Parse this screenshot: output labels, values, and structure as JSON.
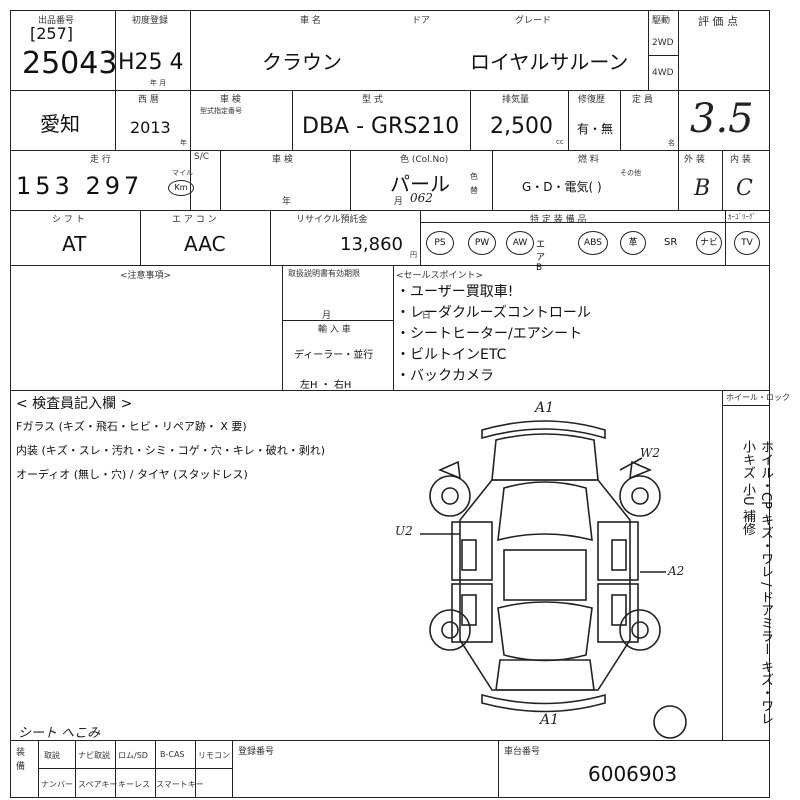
{
  "header": {
    "lot_label": "出品番号",
    "lot_sub": "[257]",
    "lot_number": "25043",
    "reg_label": "初度登録",
    "reg_value": "H25 4",
    "reg_month_unit": "年 月",
    "name_label": "車 名",
    "name_value": "クラウン",
    "door_label": "ドア",
    "grade_label": "グレード",
    "grade_value": "ロイヤルサルーン",
    "drive_label": "駆動",
    "drive_2wd": "2WD",
    "drive_4wd": "4WD",
    "score_label": "評 価 点",
    "score_value": "3.5"
  },
  "row2": {
    "pref": "愛知",
    "year_label": "西 暦",
    "year_value": "2013",
    "year_unit": "年",
    "inspect_label": "車 検",
    "inspect_sub": "型式指定番号",
    "model_label": "型 式",
    "model_value": "DBA - GRS210",
    "cc_label": "排気量",
    "cc_value": "2,500",
    "cc_unit": "cc",
    "repair_label": "修復歴",
    "repair_value": "有・無",
    "capacity_label": "定 員",
    "capacity_unit": "名"
  },
  "row3": {
    "mileage_label": "走 行",
    "mileage_value": "153 297",
    "mileage_unit_mile": "マイル",
    "mileage_unit_km": "Km",
    "s_label": "S/C",
    "shaken_label": "車 検",
    "shaken_units": "年 月",
    "color_label": "色 (Col.No)",
    "color_value": "パール",
    "color_code": "062",
    "color_change": "色替",
    "fuel_label": "燃 料",
    "fuel_value": "G・D・電気(   )",
    "fuel_other": "その他",
    "exterior_label": "外 装",
    "exterior_value": "B",
    "interior_label": "内 装",
    "interior_value": "C"
  },
  "row4": {
    "shift_label": "シ フ ト",
    "shift_value": "AT",
    "aircon_label": "エ ア コ ン",
    "aircon_value": "AAC",
    "recycle_label": "リサイクル預託金",
    "recycle_value": "13,860",
    "recycle_unit": "円",
    "equip_label": "特 定 装 備 品",
    "equip": [
      "PS",
      "PW",
      "AW",
      "エアB",
      "ABS",
      "革",
      "SR",
      "ナビ",
      "TV"
    ],
    "keyless_label": "ｶｰｺﾞﾘｰｸﾞ"
  },
  "row5": {
    "notes_label": "<注意事項>",
    "record_label": "取扱説明書有効期限",
    "record_units": "月 日",
    "import_label": "輸 入 車",
    "import_value": "ディーラー・並行",
    "handle_value": "左H ・ 右H",
    "sales_label": "<セールスポイント>",
    "sales_points": [
      "・ユーザー買取車!",
      "・レーダクルーズコントロール",
      "・シートヒーター/エアシート",
      "・ビルトインETC",
      "・バックカメラ"
    ]
  },
  "inspection": {
    "label": "< 検査員記入欄 >",
    "line1": "Fガラス (キズ・飛石・ヒビ・リペア跡・ X 要)",
    "line2": "内装 (キズ・スレ・汚れ・シミ・コゲ・穴・キレ・破れ・剥れ)",
    "line3": "オーディオ (無し・穴) / タイヤ (スタッドレス)",
    "handnote": "シート へこみ",
    "marks": [
      "A1",
      "W2",
      "U2",
      "A2",
      "A1"
    ],
    "side_label": "ホイール・ロック",
    "side_text": "ホイル・CP キズ・ワレ / ドアミラー キズ・ワレ 小キズ 小U 補修"
  },
  "footer": {
    "equip_label": "装備",
    "cells_top": [
      "取説",
      "ナビ取説",
      "ロム/SD",
      "B-CAS",
      "リモコン"
    ],
    "cells_bottom": [
      "ナンバー",
      "スペアキー",
      "キーレス",
      "スマートキー"
    ],
    "reg_no_label": "登録番号",
    "frame_label": "車台番号",
    "frame_value": "6006903"
  }
}
